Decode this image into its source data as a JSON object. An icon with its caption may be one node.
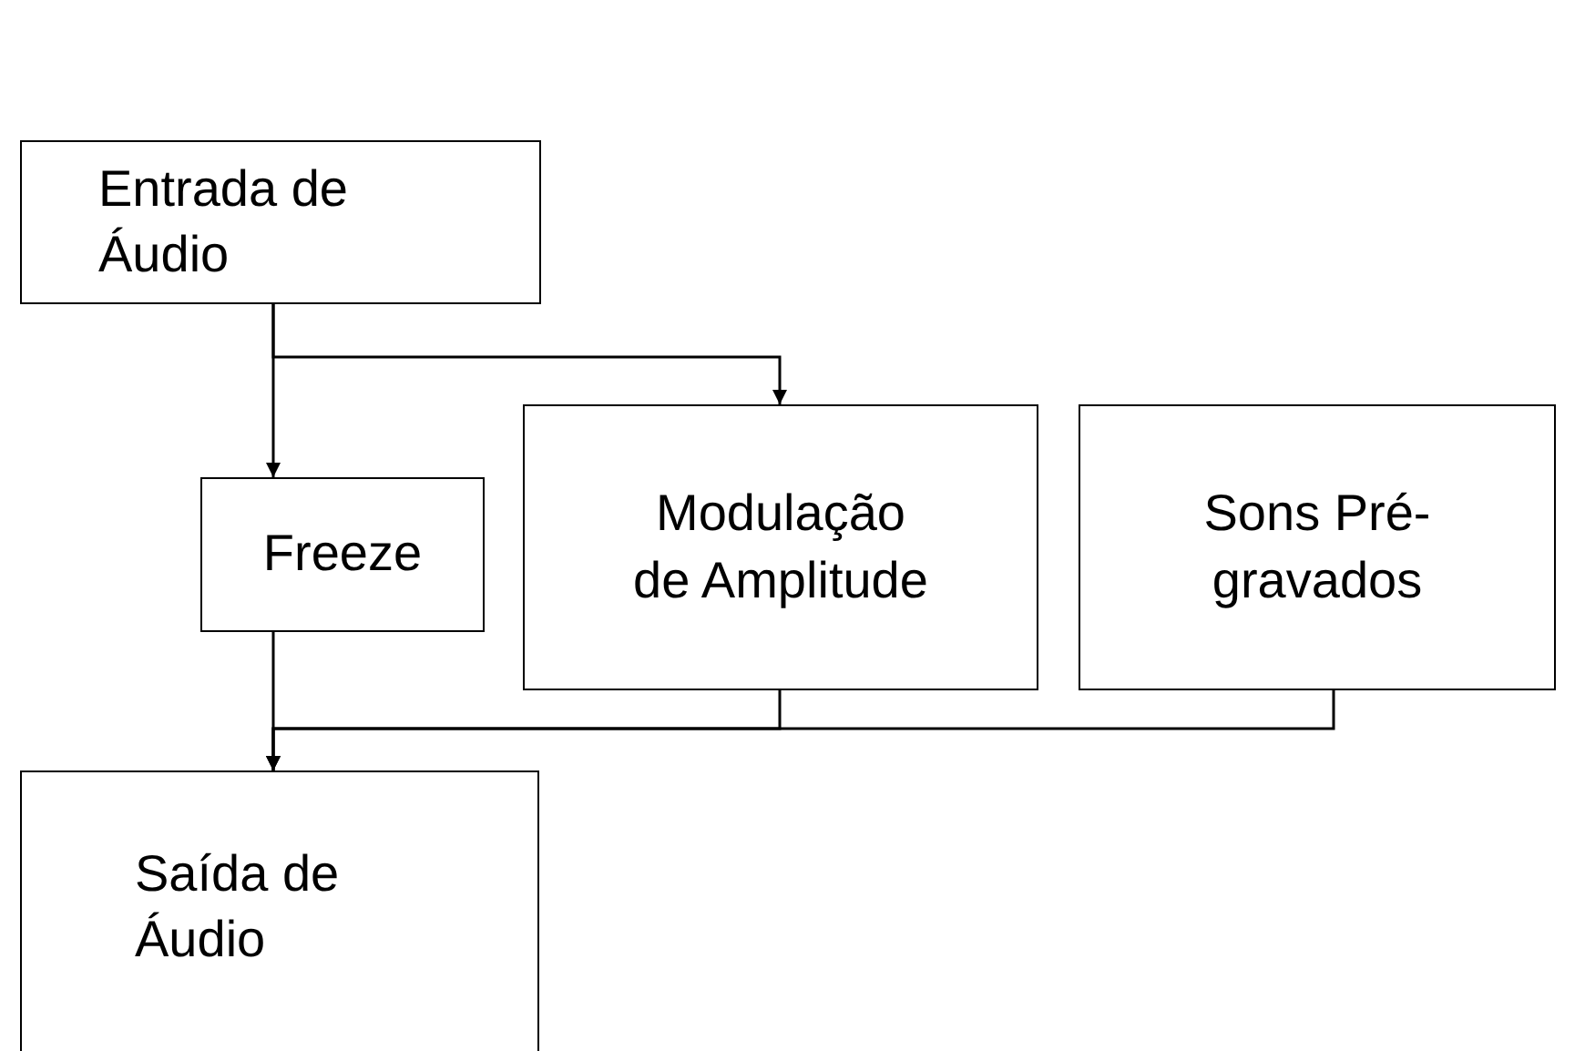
{
  "diagram": {
    "nodes": [
      {
        "text": [
          "Entrada de Áudio"
        ]
      },
      {
        "text": [
          "Freeze"
        ]
      },
      {
        "text": [
          "Modulação de Amplitude"
        ]
      },
      {
        "text": [
          "Sons Pré-gravados"
        ]
      },
      {
        "text": [
          "Saída de Áudio"
        ]
      }
    ],
    "edges": [
      {
        "from": 0,
        "to": 1,
        "arrow": "to"
      },
      {
        "from": 0,
        "to": 2,
        "arrow": "to"
      },
      {
        "from": 1,
        "to": 4,
        "arrow": "to"
      },
      {
        "from": 2,
        "to": 4,
        "arrow": "to"
      },
      {
        "from": 3,
        "to": 4,
        "arrow": "to"
      }
    ]
  }
}
